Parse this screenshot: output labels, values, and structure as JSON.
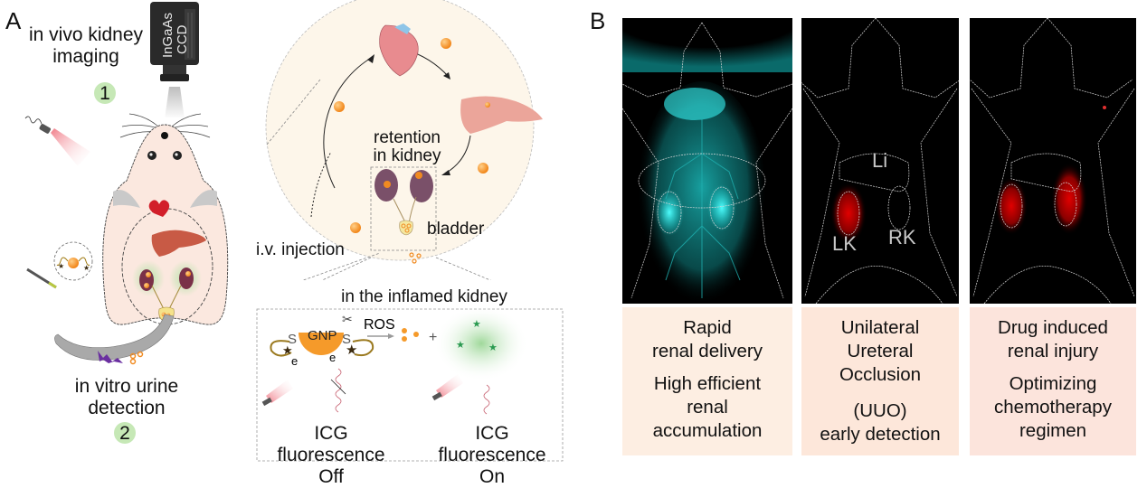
{
  "panelA": {
    "letter": "A",
    "step1": {
      "label_line1": "in vivo kidney",
      "label_line2": "imaging",
      "number": "1"
    },
    "step2": {
      "label_line1": "in vitro urine",
      "label_line2": "detection",
      "number": "2"
    },
    "camera": {
      "line1": "InGaAs",
      "line2": "CCD"
    },
    "circulation": {
      "retention_line1": "retention",
      "retention_line2": "in kidney",
      "bladder": "bladder",
      "injection": "i.v. injection"
    },
    "inflamed": {
      "title": "in the inflamed kidney",
      "gnp": "GNP",
      "sulfur": "S",
      "electron": "e",
      "electron_sup": "-",
      "ros": "ROS",
      "plus": "+",
      "off_line1": "ICG fluorescence",
      "off_line2": "Off",
      "on_line1": "ICG fluorescence",
      "on_line2": "On"
    },
    "colors": {
      "nanoparticle": "#f5901f",
      "mouse_body": "#fbe8df",
      "badge": "#c6e8b6",
      "kidney": "#7a3148"
    }
  },
  "panelB": {
    "letter": "B",
    "images": [
      {
        "name": "rapid-delivery-image",
        "glow": "#19e0e0",
        "labels": []
      },
      {
        "name": "uuo-image",
        "glow": "#d40000",
        "labels": [
          "Li",
          "LK",
          "RK"
        ]
      },
      {
        "name": "drug-injury-image",
        "glow": "#d40000",
        "labels": []
      }
    ],
    "captions": [
      {
        "bg": "#fdeee2",
        "p1": [
          "Rapid",
          "renal delivery"
        ],
        "p2": [
          "High efficient",
          "renal",
          "accumulation"
        ]
      },
      {
        "bg": "#fde7da",
        "p1": [
          "Unilateral",
          "Ureteral",
          "Occlusion"
        ],
        "p2": [
          "(UUO)",
          "early detection"
        ]
      },
      {
        "bg": "#fce4dc",
        "p1": [
          "Drug induced",
          "renal injury"
        ],
        "p2": [
          "Optimizing",
          "chemotherapy",
          "regimen"
        ]
      }
    ]
  }
}
